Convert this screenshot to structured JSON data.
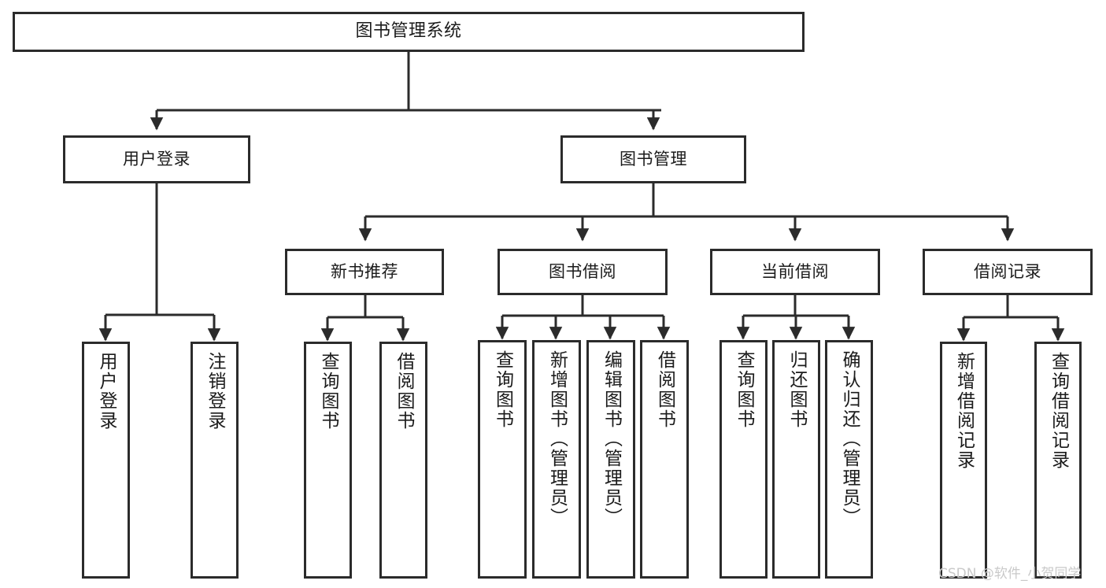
{
  "diagram": {
    "title": "图书管理系统",
    "type": "tree-hierarchy",
    "watermark": "CSDN @软件_小贺同学",
    "colors": {
      "border": "#2b2b2b",
      "text": "#1b1b1b",
      "background": "#ffffff",
      "watermark": "#c9c9c9"
    },
    "nodes": {
      "root": {
        "label": "图书管理系统"
      },
      "level2": [
        {
          "label": "用户登录"
        },
        {
          "label": "图书管理"
        }
      ],
      "level3": [
        {
          "label": "新书推荐"
        },
        {
          "label": "图书借阅"
        },
        {
          "label": "当前借阅"
        },
        {
          "label": "借阅记录"
        }
      ],
      "leaves_user_login": [
        {
          "label": "用户登录"
        },
        {
          "label": "注销登录"
        }
      ],
      "leaves_new_book": [
        {
          "label": "查询图书"
        },
        {
          "label": "借阅图书"
        }
      ],
      "leaves_borrow": [
        {
          "label": "查询图书"
        },
        {
          "label": "新增图书（管理员）"
        },
        {
          "label": "编辑图书（管理员）"
        },
        {
          "label": "借阅图书"
        }
      ],
      "leaves_current": [
        {
          "label": "查询图书"
        },
        {
          "label": "归还图书"
        },
        {
          "label": "确认归还（管理员）"
        }
      ],
      "leaves_record": [
        {
          "label": "新增借阅记录"
        },
        {
          "label": "查询借阅记录"
        }
      ]
    }
  }
}
